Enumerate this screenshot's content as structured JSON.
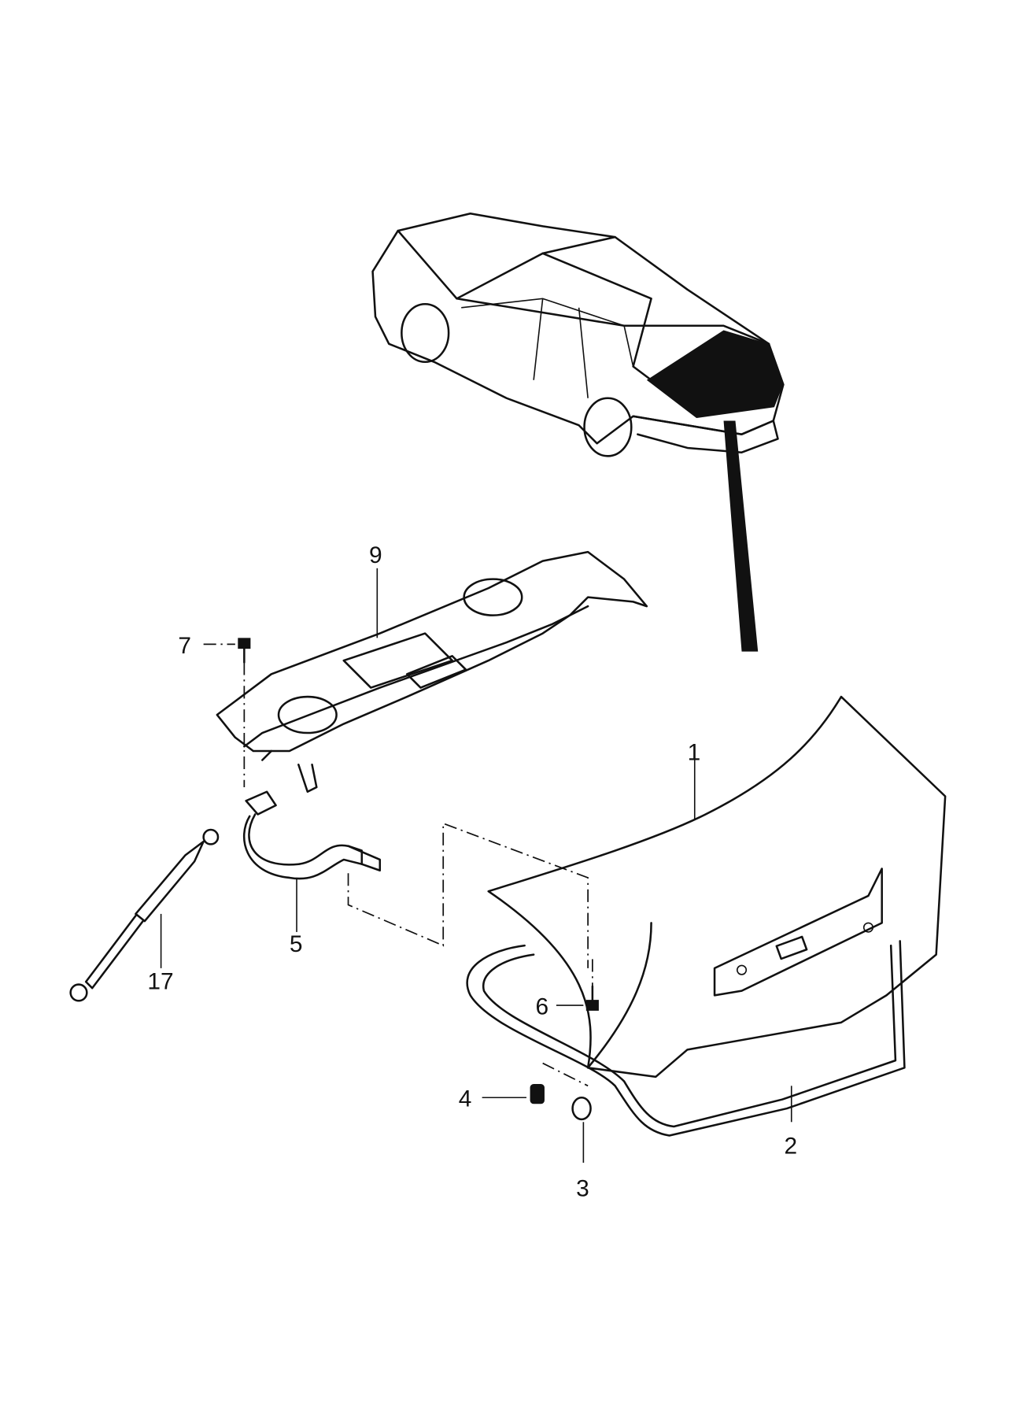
{
  "callouts": {
    "rear_package_tray": "9",
    "bolt_tray": "7",
    "trunk_lid": "1",
    "hinge": "5",
    "gas_lift": "17",
    "bolt_lid": "6",
    "bumper_stop": "4",
    "stopper": "3",
    "weatherstrip": "2"
  },
  "colors": {
    "ink": "#111111",
    "background": "#ffffff"
  }
}
